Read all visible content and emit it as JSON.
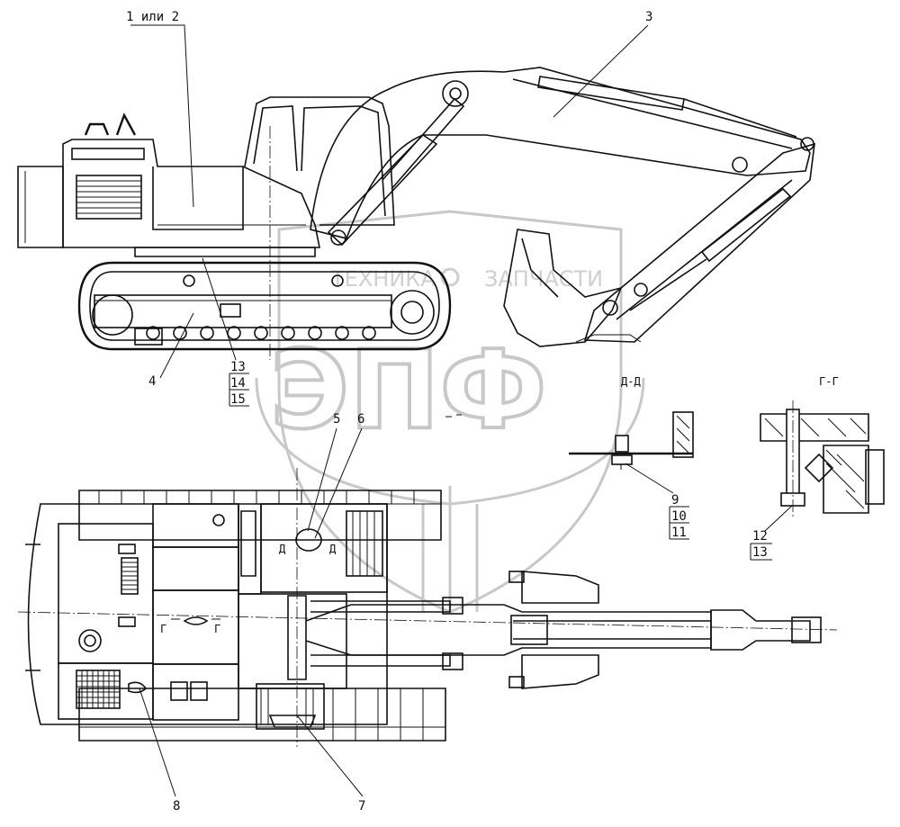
{
  "watermark": {
    "left_text": "ТЕХНИКА",
    "right_text": "ЗАПЧАСТИ",
    "big_text": "ЭПФ"
  },
  "callouts": {
    "c1": "1 или 2",
    "c3": "3",
    "c4": "4",
    "c5": "5",
    "c6": "6",
    "c7": "7",
    "c8": "8",
    "c9": "9",
    "c10": "10",
    "c11": "11",
    "c12": "12",
    "c13a": "13",
    "c13b": "13",
    "c14": "14",
    "c15": "15"
  },
  "sections": {
    "dd": "Д-Д",
    "gg": "Г-Г",
    "d_mark": "Д",
    "g_mark": "Г"
  }
}
